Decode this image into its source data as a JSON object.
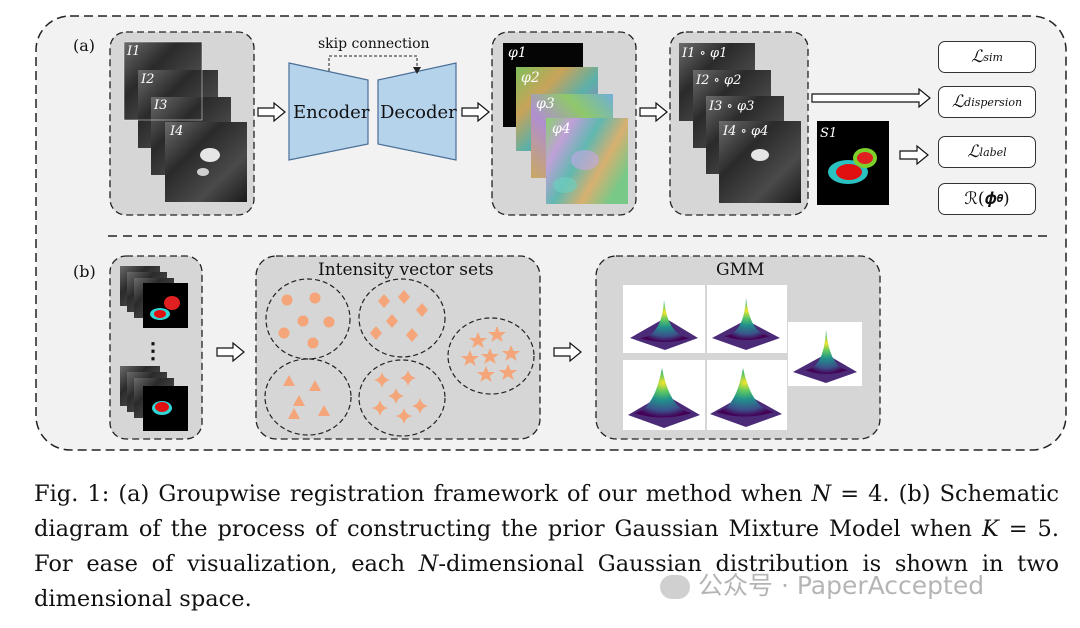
{
  "panel_a": {
    "label": "(a)",
    "inputs": [
      "I1",
      "I2",
      "I3",
      "I4"
    ],
    "skip_connection": "skip connection",
    "encoder": "Encoder",
    "decoder": "Decoder",
    "phis": [
      "φ1",
      "φ2",
      "φ3",
      "φ4"
    ],
    "warped": [
      "I1 ∘ φ1",
      "I2 ∘ φ2",
      "I3 ∘ φ3",
      "I4 ∘ φ4"
    ],
    "segmentation_label": "S1",
    "losses": {
      "sim": {
        "main": "ℒ",
        "sub": "sim"
      },
      "dispersion": {
        "main": "ℒ",
        "sub": "dispersion"
      },
      "label": {
        "main": "ℒ",
        "sub": "label"
      },
      "reg": {
        "main": "ℛ(𝝓",
        "sub": "𝜽",
        "tail": ")"
      }
    }
  },
  "panel_b": {
    "label": "(b)",
    "ellipsis": "⋮",
    "intensity_title": "Intensity vector sets",
    "gmm_title": "GMM"
  },
  "caption": {
    "fig": "Fig. 1:",
    "a_text": "(a) Groupwise registration framework of our method when",
    "a_var": "N",
    "a_eq": " = 4.",
    "b_text": "(b) Schematic diagram of the process of constructing the prior Gaussian Mixture Model when",
    "b_var": "K",
    "b_eq": " = 5. For ease of visualization, each",
    "n_var": "N",
    "rest": "-dimensional Gaussian distribution is shown in two dimensional space."
  },
  "watermark": "公众号 · PaperAccepted"
}
